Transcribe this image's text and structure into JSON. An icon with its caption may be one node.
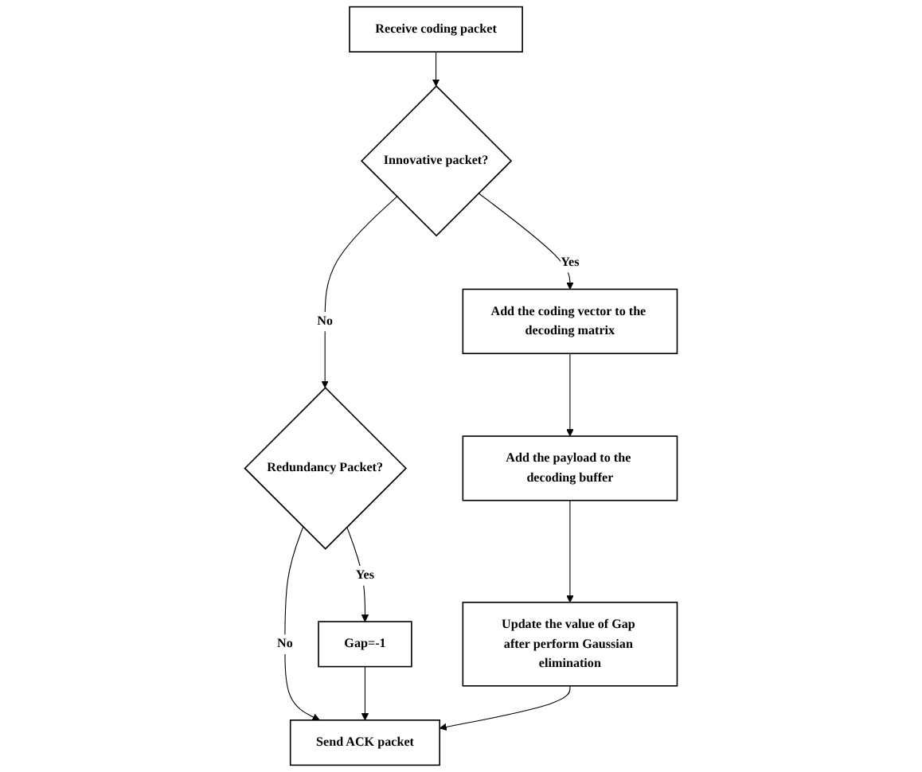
{
  "diagram": {
    "nodes": [
      {
        "text": [
          "Receive coding packet"
        ]
      },
      {
        "text": [
          "Innovative packet?"
        ]
      },
      {
        "text": [
          "Redundancy Packet?"
        ]
      },
      {
        "text": [
          "Gap=-1"
        ]
      },
      {
        "text": [
          "Add the coding vector to the decoding matrix"
        ]
      },
      {
        "text": [
          "Add the payload to the decoding buffer"
        ]
      },
      {
        "text": [
          "Update the value of Gap after perform Gaussian elimination"
        ]
      },
      {
        "text": [
          "Send ACK packet"
        ]
      }
    ],
    "edges": [
      {
        "from": 0,
        "to": 1,
        "arrow": "to"
      },
      {
        "from": 1,
        "to": 2,
        "arrow": "to",
        "label": "No"
      },
      {
        "from": 1,
        "to": 4,
        "arrow": "to",
        "label": "Yes"
      },
      {
        "from": 2,
        "to": 7,
        "arrow": "to",
        "label": "No"
      },
      {
        "from": 2,
        "to": 3,
        "arrow": "to",
        "label": "Yes"
      },
      {
        "from": 3,
        "to": 7,
        "arrow": "to"
      },
      {
        "from": 4,
        "to": 5,
        "arrow": "to"
      },
      {
        "from": 5,
        "to": 6,
        "arrow": "to"
      },
      {
        "from": 6,
        "to": 7,
        "arrow": "to"
      }
    ]
  }
}
